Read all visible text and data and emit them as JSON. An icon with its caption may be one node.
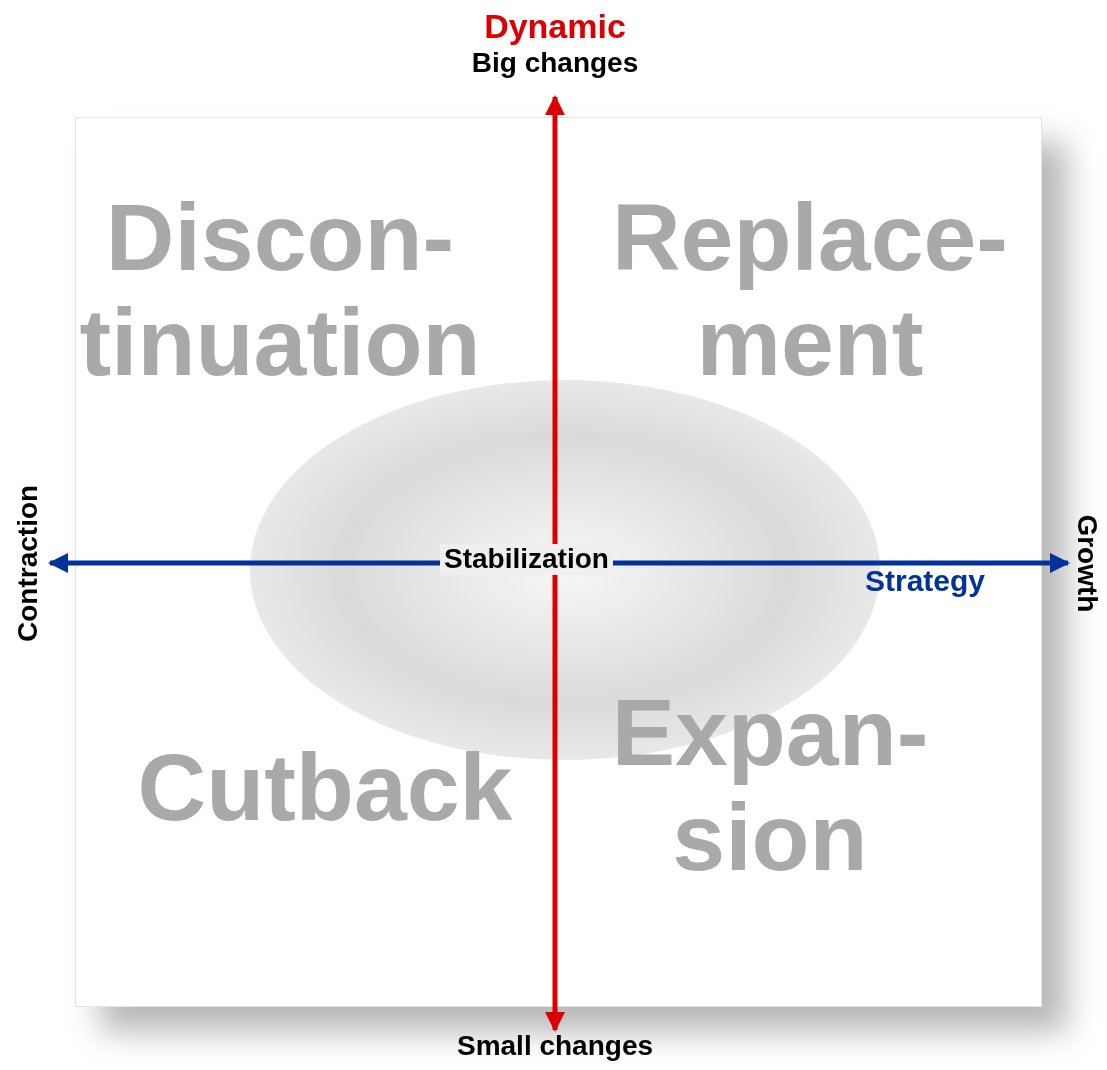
{
  "diagram": {
    "labels": [
      "Dynamic",
      "Big changes",
      "Discon- tinuation",
      "Replace- ment",
      "Contraction",
      "Stabilization",
      "Growth",
      "Strategy",
      "Cutback",
      "Expan- sion",
      "Small changes"
    ]
  }
}
